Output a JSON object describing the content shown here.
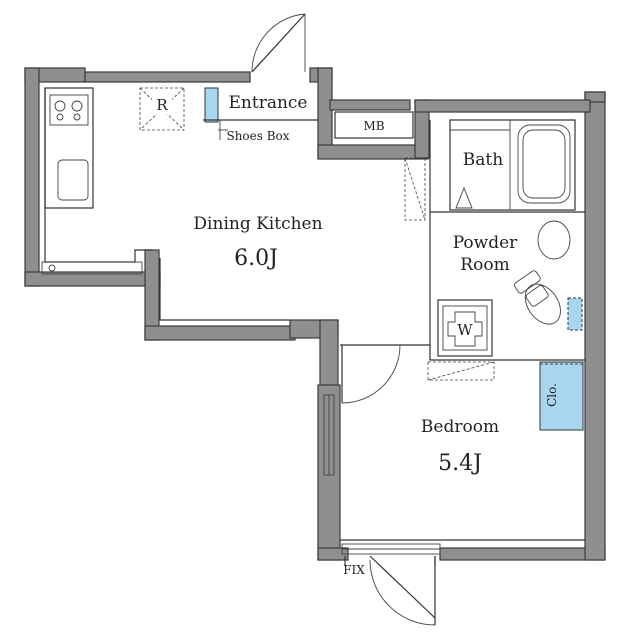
{
  "rooms": {
    "dining_kitchen": {
      "name": "Dining Kitchen",
      "area": "6.0J"
    },
    "bedroom": {
      "name": "Bedroom",
      "area": "5.4J"
    },
    "bath": {
      "name": "Bath"
    },
    "powder_room": {
      "line1": "Powder",
      "line2": "Room"
    },
    "entrance": {
      "name": "Entrance"
    }
  },
  "fixtures": {
    "refrigerator": "R",
    "shoes_box": "Shoes Box",
    "meter_box": "MB",
    "washer": "W",
    "closet": "Clo.",
    "fixed_window": "FIX"
  },
  "colors": {
    "wall": "#8f8f8f",
    "closet_fill": "#a9d6ee",
    "line": "#333333"
  }
}
